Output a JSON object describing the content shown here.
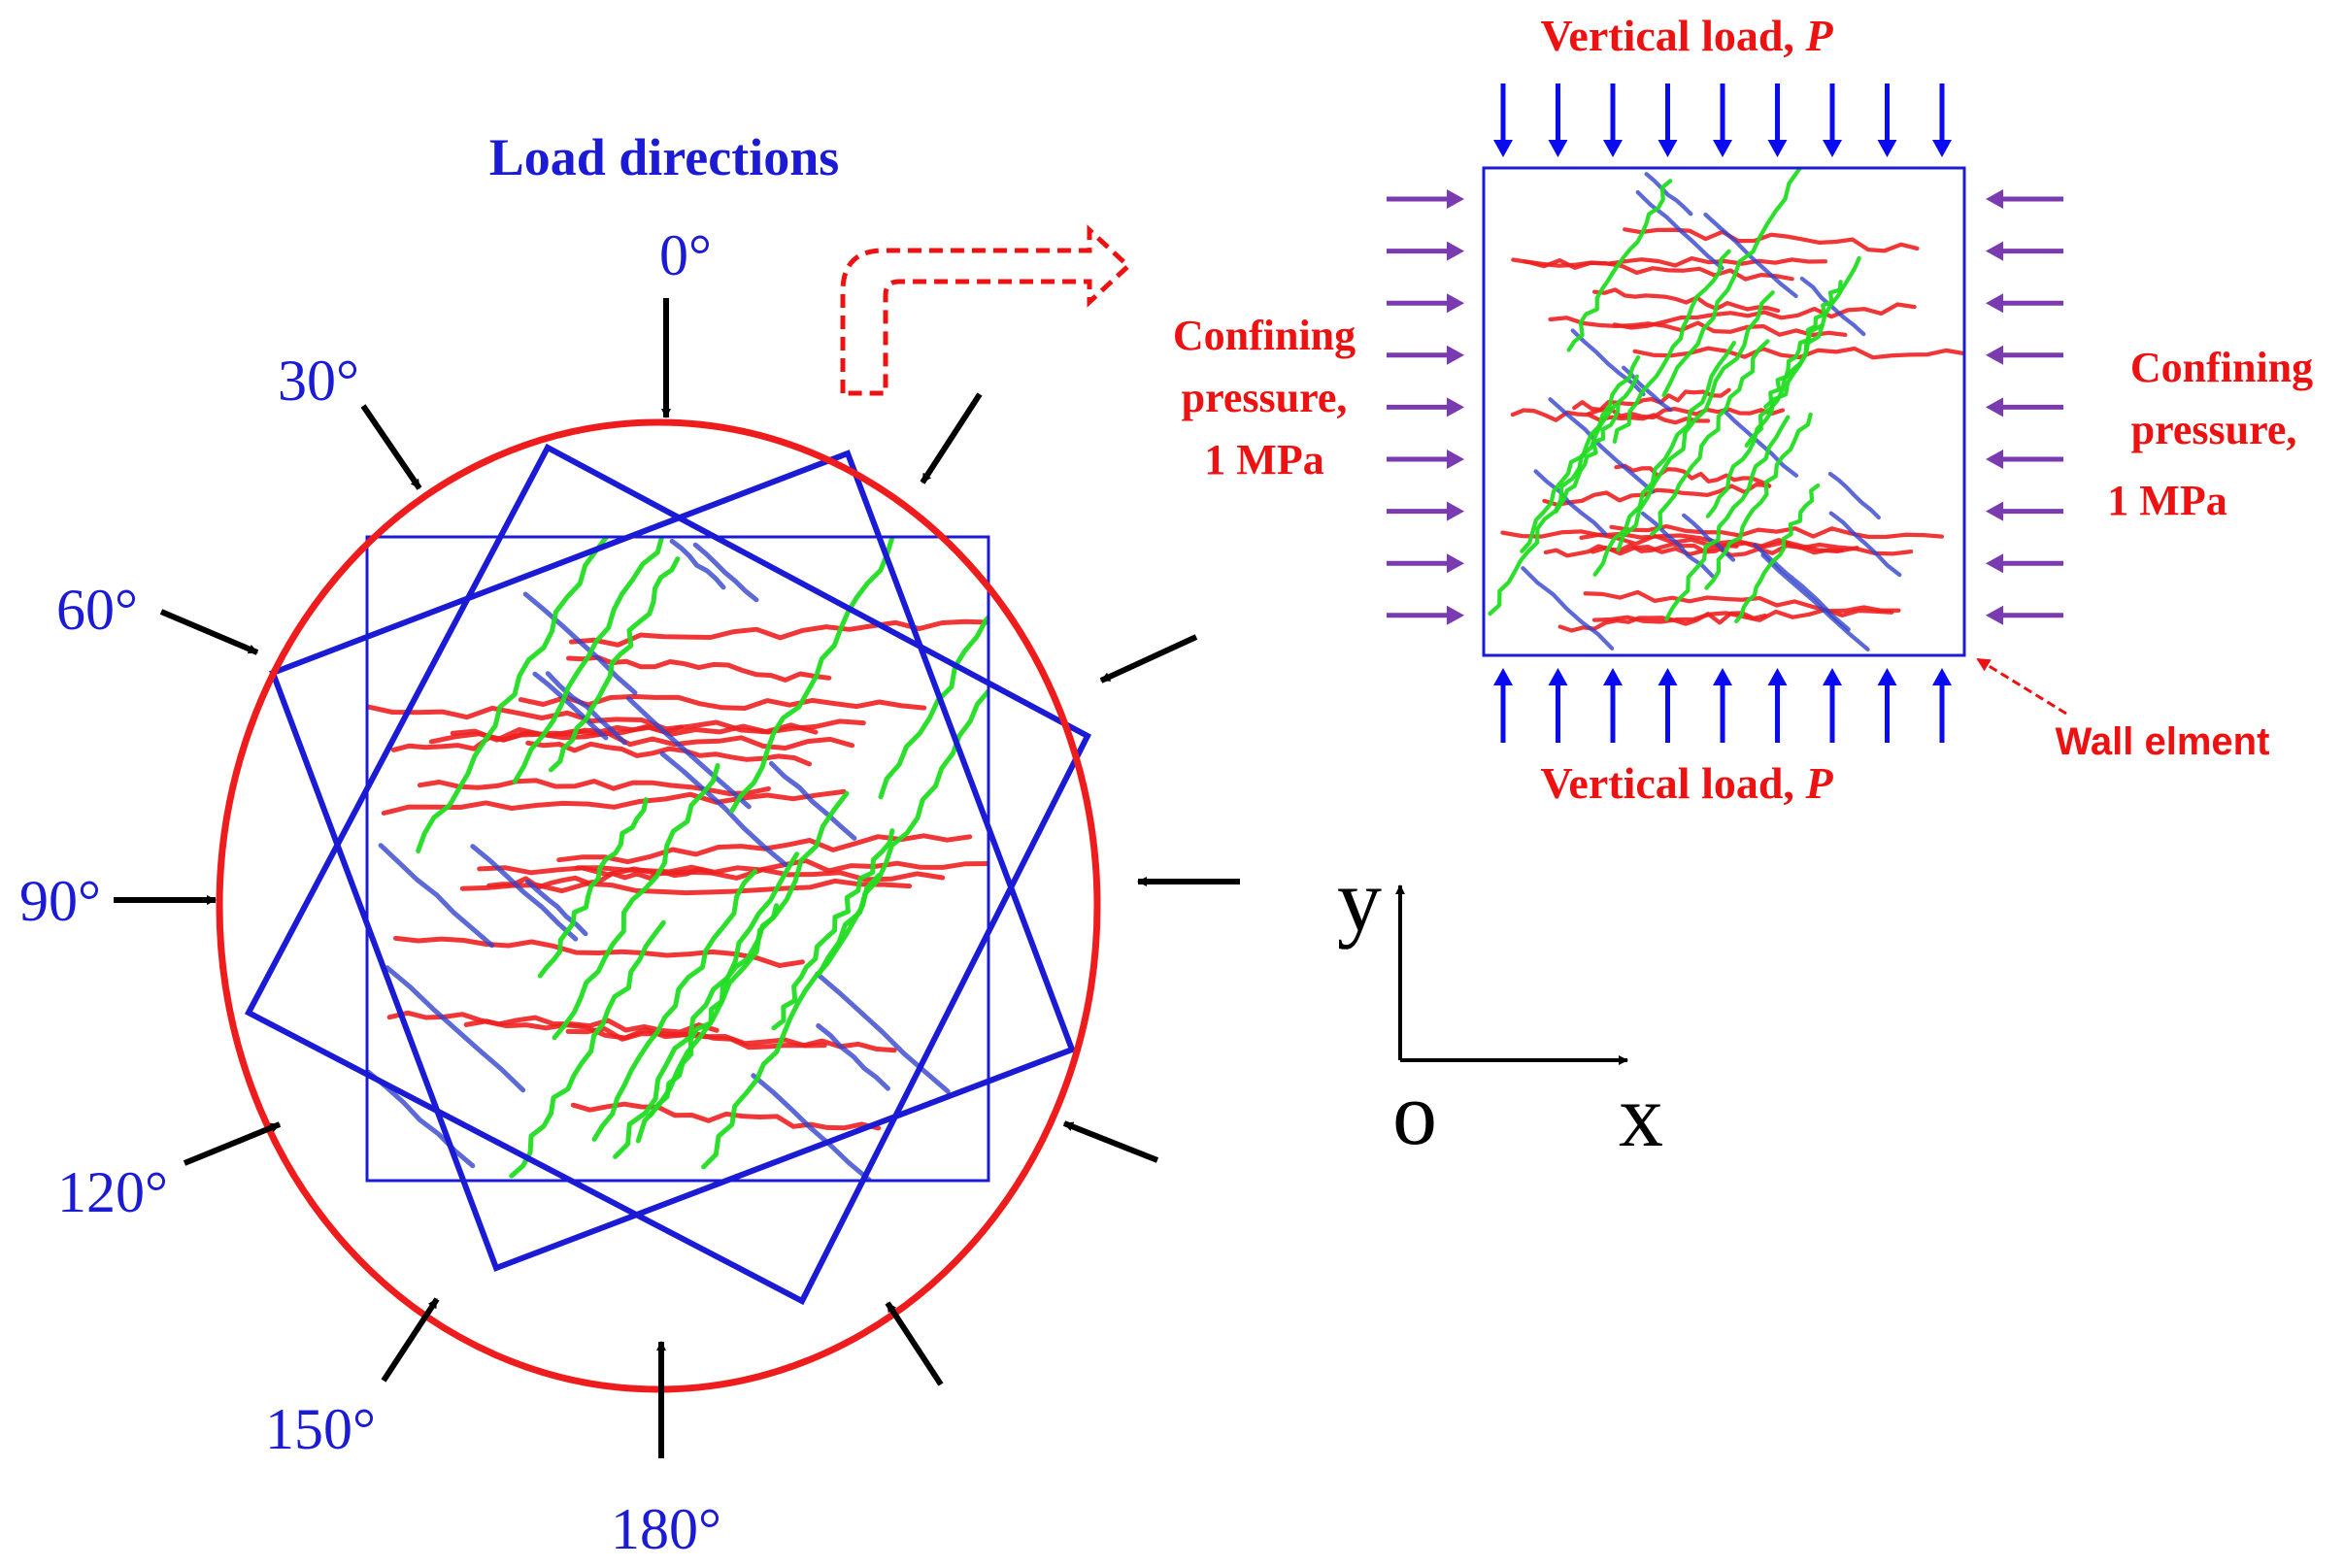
{
  "left_panel": {
    "title": "Load directions",
    "angles": [
      "0°",
      "30°",
      "60°",
      "90°",
      "120°",
      "150°",
      "180°"
    ]
  },
  "right_panel": {
    "top_label_text": "Vertical load, ",
    "top_label_symbol": "P",
    "bottom_label_text": "Vertical load, ",
    "bottom_label_symbol": "P",
    "left_confining": [
      "Confining",
      "pressure,",
      "1 MPa"
    ],
    "right_confining": [
      "Confining",
      "pressure,",
      "1 MPa"
    ],
    "wall_label": "Wall elment"
  },
  "axes": {
    "y_label": "y",
    "x_label": "x",
    "origin_label": "o"
  },
  "colors": {
    "circle": "#ee1c1c",
    "squares": "#1b1bd6",
    "angle_text": "#1b1bd6",
    "title": "#1b1bd6",
    "red_text": "#ee1111",
    "green_cracks": "#22dd22",
    "red_cracks": "#ee2020",
    "blue_cracks": "#3344cc",
    "load_arrows": "#0a0aee",
    "confining_arrows": "#7a3ab0",
    "black_arrows": "#000000"
  }
}
